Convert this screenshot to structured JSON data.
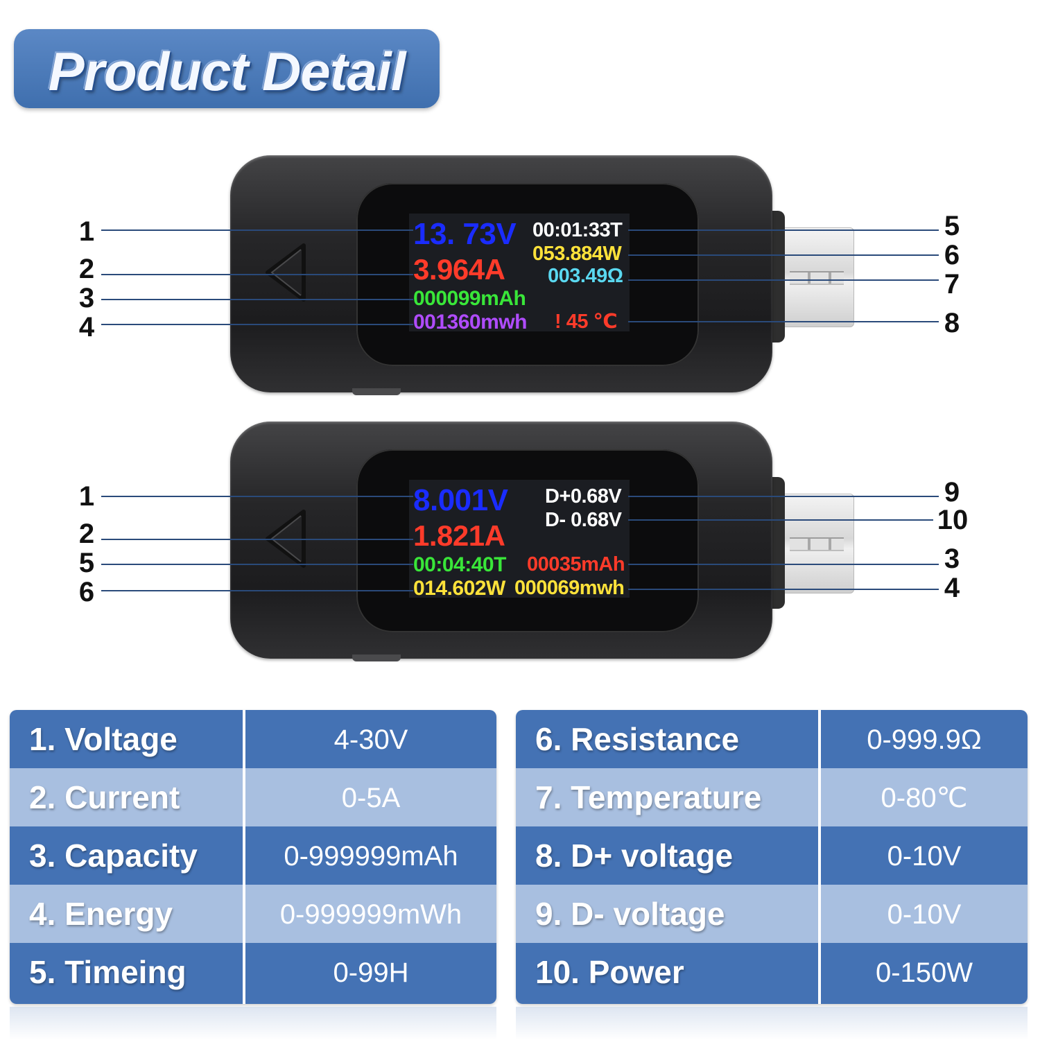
{
  "header": {
    "title": "Product Detail"
  },
  "device_top": {
    "screen": {
      "voltage": "13. 73V",
      "current": "3.964A",
      "capacity": "000099mAh",
      "energy": "001360mwh",
      "time": "00:01:33T",
      "power": "053.884W",
      "resistance": "003.49Ω",
      "temperature": "! 45 ℃"
    },
    "callouts_left": [
      "1",
      "2",
      "3",
      "4"
    ],
    "callouts_right": [
      "5",
      "6",
      "7",
      "8"
    ]
  },
  "device_bottom": {
    "screen": {
      "voltage": "8.001V",
      "current": "1.821A",
      "time": "00:04:40T",
      "power": "014.602W",
      "d_plus": "D+0.68V",
      "d_minus": "D- 0.68V",
      "capacity": "00035mAh",
      "energy": "000069mwh"
    },
    "callouts_left": [
      "1",
      "2",
      "5",
      "6"
    ],
    "callouts_right": [
      "9",
      "10",
      "3",
      "4"
    ]
  },
  "spec_table_left": [
    {
      "label": "1. Voltage",
      "value": "4-30V"
    },
    {
      "label": "2. Current",
      "value": "0-5A"
    },
    {
      "label": "3. Capacity",
      "value": "0-999999mAh"
    },
    {
      "label": "4. Energy",
      "value": "0-999999mWh"
    },
    {
      "label": "5. Timeing",
      "value": "0-99H"
    }
  ],
  "spec_table_right": [
    {
      "label": "6. Resistance",
      "value": "0-999.9Ω"
    },
    {
      "label": "7. Temperature",
      "value": "0-80℃"
    },
    {
      "label": "8. D+ voltage",
      "value": "0-10V"
    },
    {
      "label": "9. D- voltage",
      "value": "0-10V"
    },
    {
      "label": "10. Power",
      "value": "0-150W"
    }
  ],
  "colors": {
    "brand_blue": "#4472b4",
    "row_light": "#a8bfe0",
    "lcd_voltage": "#1a2cff",
    "lcd_current": "#ff3b2a",
    "lcd_capacity": "#39e639",
    "lcd_energy": "#b04cff",
    "lcd_power": "#ffe23a",
    "lcd_resistance": "#5ad8f0",
    "lcd_text_white": "#ffffff"
  }
}
